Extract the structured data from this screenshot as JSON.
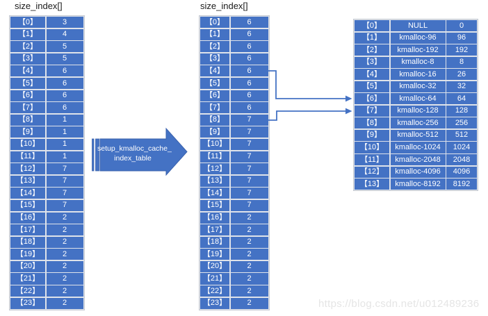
{
  "left_table": {
    "title": "size_index[]",
    "rows": [
      {
        "index": "【0】",
        "value": "3"
      },
      {
        "index": "【1】",
        "value": "4"
      },
      {
        "index": "【2】",
        "value": "5"
      },
      {
        "index": "【3】",
        "value": "5"
      },
      {
        "index": "【4】",
        "value": "6"
      },
      {
        "index": "【5】",
        "value": "6"
      },
      {
        "index": "【6】",
        "value": "6"
      },
      {
        "index": "【7】",
        "value": "6"
      },
      {
        "index": "【8】",
        "value": "1"
      },
      {
        "index": "【9】",
        "value": "1"
      },
      {
        "index": "【10】",
        "value": "1"
      },
      {
        "index": "【11】",
        "value": "1"
      },
      {
        "index": "【12】",
        "value": "7"
      },
      {
        "index": "【13】",
        "value": "7"
      },
      {
        "index": "【14】",
        "value": "7"
      },
      {
        "index": "【15】",
        "value": "7"
      },
      {
        "index": "【16】",
        "value": "2"
      },
      {
        "index": "【17】",
        "value": "2"
      },
      {
        "index": "【18】",
        "value": "2"
      },
      {
        "index": "【19】",
        "value": "2"
      },
      {
        "index": "【20】",
        "value": "2"
      },
      {
        "index": "【21】",
        "value": "2"
      },
      {
        "index": "【22】",
        "value": "2"
      },
      {
        "index": "【23】",
        "value": "2"
      }
    ]
  },
  "middle_table": {
    "title": "size_index[]",
    "rows": [
      {
        "index": "【0】",
        "value": "6"
      },
      {
        "index": "【1】",
        "value": "6"
      },
      {
        "index": "【2】",
        "value": "6"
      },
      {
        "index": "【3】",
        "value": "6"
      },
      {
        "index": "【4】",
        "value": "6"
      },
      {
        "index": "【5】",
        "value": "6"
      },
      {
        "index": "【6】",
        "value": "6"
      },
      {
        "index": "【7】",
        "value": "6"
      },
      {
        "index": "【8】",
        "value": "7"
      },
      {
        "index": "【9】",
        "value": "7"
      },
      {
        "index": "【10】",
        "value": "7"
      },
      {
        "index": "【11】",
        "value": "7"
      },
      {
        "index": "【12】",
        "value": "7"
      },
      {
        "index": "【13】",
        "value": "7"
      },
      {
        "index": "【14】",
        "value": "7"
      },
      {
        "index": "【15】",
        "value": "7"
      },
      {
        "index": "【16】",
        "value": "2"
      },
      {
        "index": "【17】",
        "value": "2"
      },
      {
        "index": "【18】",
        "value": "2"
      },
      {
        "index": "【19】",
        "value": "2"
      },
      {
        "index": "【20】",
        "value": "2"
      },
      {
        "index": "【21】",
        "value": "2"
      },
      {
        "index": "【22】",
        "value": "2"
      },
      {
        "index": "【23】",
        "value": "2"
      }
    ]
  },
  "right_table": {
    "rows": [
      {
        "index": "【0】",
        "name": "NULL",
        "size": "0"
      },
      {
        "index": "【1】",
        "name": "kmalloc-96",
        "size": "96"
      },
      {
        "index": "【2】",
        "name": "kmalloc-192",
        "size": "192"
      },
      {
        "index": "【3】",
        "name": "kmalloc-8",
        "size": "8"
      },
      {
        "index": "【4】",
        "name": "kmalloc-16",
        "size": "26"
      },
      {
        "index": "【5】",
        "name": "kmalloc-32",
        "size": "32"
      },
      {
        "index": "【6】",
        "name": "kmalloc-64",
        "size": "64"
      },
      {
        "index": "【7】",
        "name": "kmalloc-128",
        "size": "128"
      },
      {
        "index": "【8】",
        "name": "kmalloc-256",
        "size": "256"
      },
      {
        "index": "【9】",
        "name": "kmalloc-512",
        "size": "512"
      },
      {
        "index": "【10】",
        "name": "kmalloc-1024",
        "size": "1024"
      },
      {
        "index": "【11】",
        "name": "kmalloc-2048",
        "size": "2048"
      },
      {
        "index": "【12】",
        "name": "kmalloc-4096",
        "size": "4096"
      },
      {
        "index": "【13】",
        "name": "kmalloc-8192",
        "size": "8192"
      }
    ]
  },
  "transform_arrow": {
    "label_line1": "setup_kmalloc_cache_",
    "label_line2": "index_table"
  },
  "watermark": "https://blog.csdn.net/u012489236",
  "colors": {
    "cell_blue": "#4472C4",
    "arrow_blue": "#4472C4",
    "arrow_stroke": "#3a62ad",
    "grid_line": "#dfe3ea",
    "watermark_gray": "#e5e5e5"
  }
}
